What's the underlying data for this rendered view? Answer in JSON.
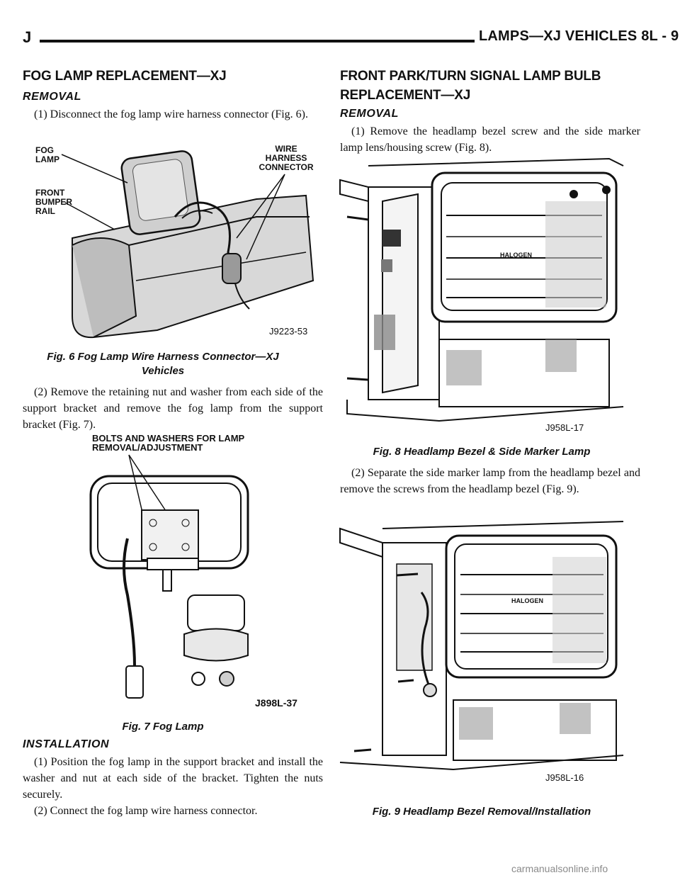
{
  "header": {
    "left": "J",
    "right": "LAMPS—XJ VEHICLES 8L - 9"
  },
  "left_column": {
    "title": "FOG LAMP REPLACEMENT—XJ",
    "removal_heading": "REMOVAL",
    "step1": "(1) Disconnect the fog lamp wire harness connector (Fig. 6).",
    "fig6": {
      "labels": {
        "fog_lamp": "FOG LAMP",
        "front_bumper_rail": "FRONT BUMPER RAIL",
        "wire_harness_connector": "WIRE HARNESS CONNECTOR"
      },
      "ref": "J9223-53",
      "caption": "Fig. 6 Fog Lamp Wire Harness Connector—XJ Vehicles"
    },
    "step2": "(2) Remove the retaining nut and washer from each side of the support bracket and remove the fog lamp from the support bracket (Fig. 7).",
    "fig7": {
      "label": "BOLTS AND WASHERS FOR LAMP REMOVAL/ADJUSTMENT",
      "ref": "J898L-37",
      "caption": "Fig. 7 Fog Lamp"
    },
    "installation_heading": "INSTALLATION",
    "inst1": "(1) Position the fog lamp in the support bracket and install the washer and nut at each side of the bracket. Tighten the nuts securely.",
    "inst2": "(2) Connect the fog lamp wire harness connector."
  },
  "right_column": {
    "title": "FRONT PARK/TURN SIGNAL LAMP BULB REPLACEMENT—XJ",
    "removal_heading": "REMOVAL",
    "step1": "(1) Remove the headlamp bezel screw and the side marker lamp lens/housing screw (Fig. 8).",
    "fig8": {
      "halogen": "HALOGEN",
      "ref": "J958L-17",
      "caption": "Fig. 8 Headlamp Bezel & Side Marker Lamp"
    },
    "step2": "(2) Separate the side marker lamp from the headlamp bezel and remove the screws from the headlamp bezel (Fig. 9).",
    "fig9": {
      "halogen": "HALOGEN",
      "ref": "J958L-16",
      "caption": "Fig. 9 Headlamp Bezel Removal/Installation"
    }
  },
  "footer": "carmanualsonline.info"
}
